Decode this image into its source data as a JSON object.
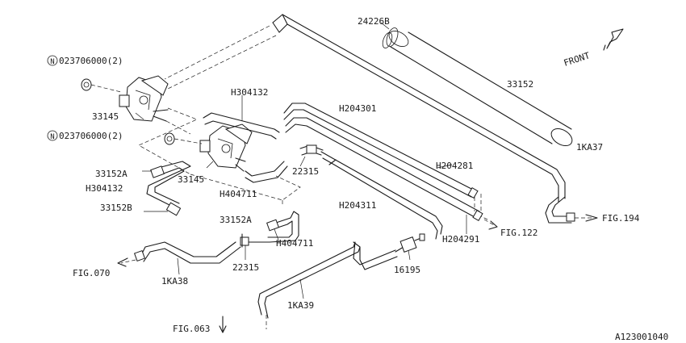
{
  "labels": {
    "front": "FRONT",
    "part_24226B": "24226B",
    "part_33152": "33152",
    "part_1KA37": "1KA37",
    "part_H204301": "H204301",
    "part_H304132_top": "H304132",
    "part_33145_top": "33145",
    "part_33145_mid": "33145",
    "nut_top": "023706000(2)",
    "nut_mid": "023706000(2)",
    "nut_symbol": "N",
    "part_33152A_1": "33152A",
    "part_H304132_left": "H304132",
    "part_33152B": "33152B",
    "part_H404711_mid": "H404711",
    "part_22315_mid": "22315",
    "part_H204281": "H204281",
    "part_H204311": "H204311",
    "part_H204291": "H204291",
    "part_33152A_2": "33152A",
    "part_H404711_low": "H404711",
    "part_22315_low": "22315",
    "part_16195": "16195",
    "part_1KA38": "1KA38",
    "part_1KA39": "1KA39",
    "fig_194": "FIG.194",
    "fig_122": "FIG.122",
    "fig_070": "FIG.070",
    "fig_063": "FIG.063",
    "diagram_id": "A123001040"
  }
}
